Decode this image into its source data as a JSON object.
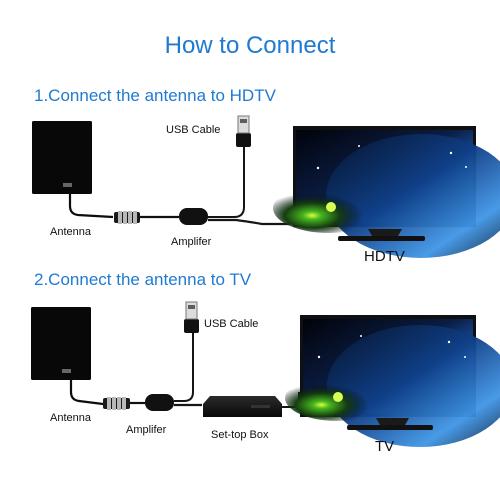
{
  "title": "How to Connect",
  "steps": [
    {
      "heading": "1.Connect the antenna to HDTV",
      "labels": {
        "usb_cable": "USB Cable",
        "antenna": "Antenna",
        "amplifier": "Amplifer",
        "tv": "HDTV"
      }
    },
    {
      "heading": "2.Connect the antenna to TV",
      "labels": {
        "usb_cable": "USB Cable",
        "antenna": "Antenna",
        "amplifier": "Amplifer",
        "settop_box": "Set-top Box",
        "tv": "TV"
      }
    }
  ],
  "colors": {
    "accent": "#1f7ad1"
  }
}
